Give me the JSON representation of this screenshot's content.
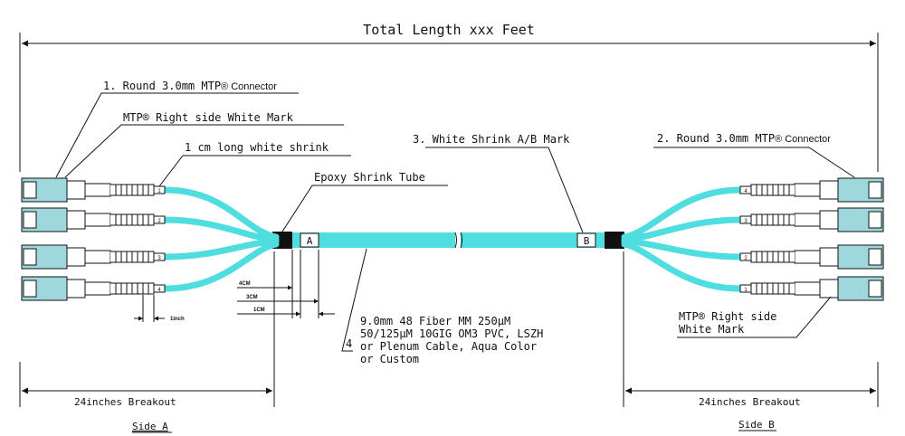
{
  "total_length": "Total Length xxx Feet",
  "callouts": {
    "c1": "1. Round 3.0mm MTP® Connector",
    "c1_main": "1. Round 3.0mm MTP",
    "c1_tail": "® Connector",
    "right_side_mark_a": "MTP® Right side White Mark",
    "shrink_1cm": "1 cm long white shrink",
    "epoxy": "Epoxy Shrink Tube",
    "c3": "3. White Shrink A/B Mark",
    "c2_main": "2. Round 3.0mm MTP",
    "c2_tail": "® Connector",
    "right_side_mark_b_1": "MTP® Right side",
    "right_side_mark_b_2": "White Mark"
  },
  "marks": {
    "a": "A",
    "b": "B"
  },
  "dims": {
    "d4": "4CM",
    "d3": "3CM",
    "d1": "1CM",
    "inch": "1inch"
  },
  "fiber_numbers_a": [
    "1",
    "2",
    "3",
    "4"
  ],
  "fiber_numbers_b": [
    "4",
    "3",
    "2",
    "1"
  ],
  "cable_spec": {
    "num": "4",
    "lines": [
      "9.0mm 48 Fiber MM 250µM",
      "50/125µM 10GIG OM3 PVC, LSZH",
      "or Plenum Cable, Aqua Color",
      "or Custom"
    ]
  },
  "breakout_a": "24inches Breakout",
  "breakout_b": "24inches Breakout",
  "side_a": "Side A",
  "side_b": "Side B",
  "colors": {
    "aqua": "#4fdde0",
    "connector": "#9ed8dc",
    "line": "#111111"
  }
}
